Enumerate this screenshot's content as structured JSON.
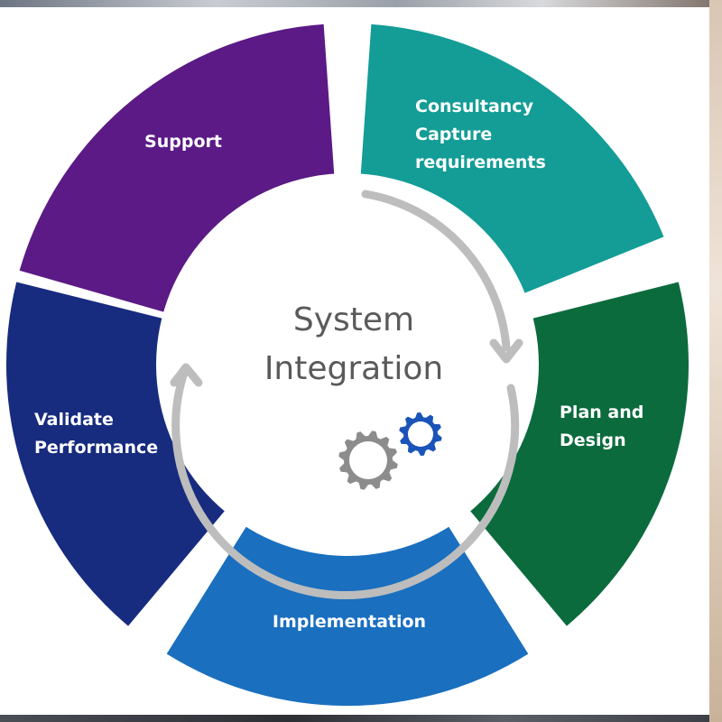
{
  "center": {
    "title_line1": "System",
    "title_line2": "Integration"
  },
  "segments": [
    {
      "lines": [
        "Support"
      ],
      "color": "#5b1a86"
    },
    {
      "lines": [
        "Consultancy",
        "Capture",
        "requirements"
      ],
      "color": "#139d96"
    },
    {
      "lines": [
        "Plan and",
        "Design"
      ],
      "color": "#0b6b3d"
    },
    {
      "lines": [
        "Implementation"
      ],
      "color": "#1a6fbf"
    },
    {
      "lines": [
        "Validate",
        "Performance"
      ],
      "color": "#172b7f"
    }
  ],
  "icons": {
    "arrows": "cycle-arrows-icon",
    "gear_large": "gear-icon",
    "gear_small": "gear-icon"
  },
  "colors": {
    "ring": "#bdbdbd",
    "gear_large": "#8c8c8c",
    "gear_small": "#1a54b8"
  }
}
